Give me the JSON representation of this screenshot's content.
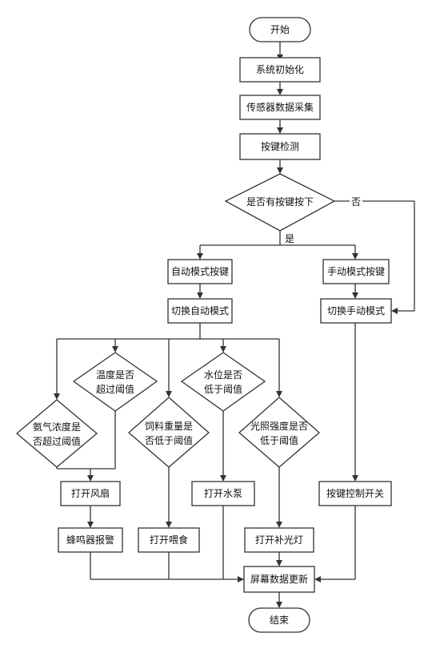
{
  "nodes": {
    "start": "开始",
    "init": "系统初始化",
    "collect": "传感器数据采集",
    "key_detect": "按键检测",
    "key_pressed": "是否有按键按下",
    "auto_key": "自动模式按键",
    "manual_key": "手动模式按键",
    "switch_auto": "切换自动模式",
    "switch_manual": "切换手动模式",
    "temp_check": [
      "温度是否",
      "超过阈值"
    ],
    "ammonia_check": [
      "氨气浓度是",
      "否超过阈值"
    ],
    "feed_check": [
      "饲料重量是",
      "否低于阈值"
    ],
    "water_check": [
      "水位是否",
      "低于阈值"
    ],
    "light_check": [
      "光照强度是否",
      "低于阈值"
    ],
    "fan_on": "打开风扇",
    "buzzer": "蜂鸣器报警",
    "feed_on": "打开喂食",
    "pump_on": "打开水泵",
    "light_on": "打开补光灯",
    "key_control": "按键控制开关",
    "screen_update": "屏幕数据更新",
    "end": "结束"
  },
  "edge_labels": {
    "yes": "是",
    "no": "否"
  }
}
